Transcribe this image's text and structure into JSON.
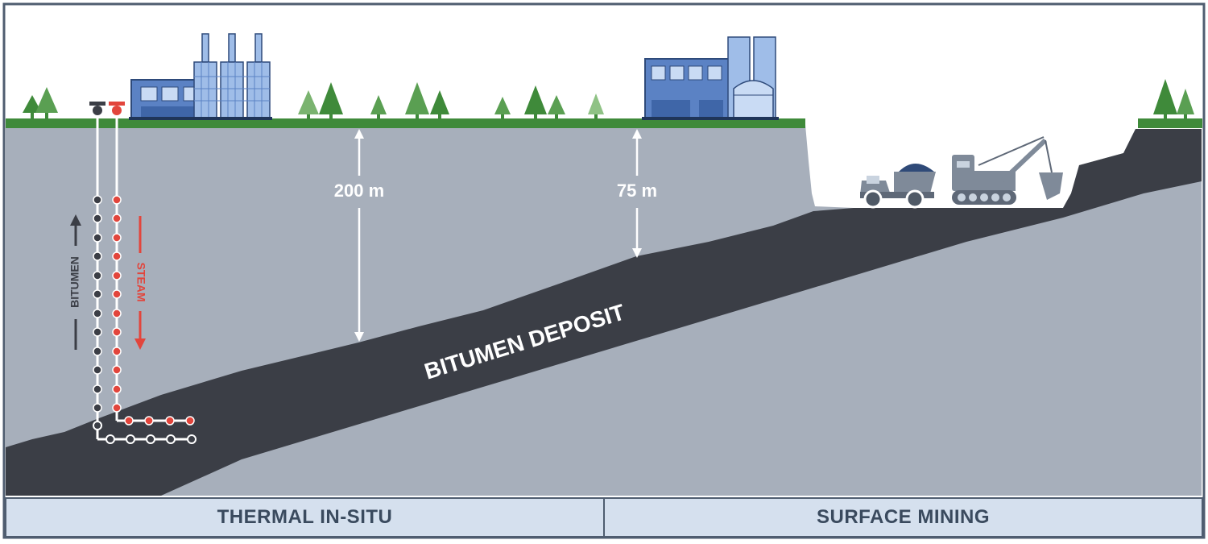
{
  "labels": {
    "depth_thermal": "200 m",
    "depth_mining": "75 m",
    "deposit": "BITUMEN DEPOSIT",
    "bitumen_flow": "BITUMEN",
    "steam_flow": "STEAM"
  },
  "sections": {
    "left": "THERMAL IN-SITU",
    "right": "SURFACE MINING"
  },
  "colors": {
    "ground": "#a7afbb",
    "deposit": "#3b3e46",
    "grass": "#3f8a3a",
    "steam": "#e2453c",
    "bitumen": "#3b3e46",
    "building": "#5b82c4",
    "building_light": "#9fbde8",
    "footer_bg": "#d5e0ee",
    "footer_text": "#3a4a5e"
  },
  "icons": [
    "tree-icon",
    "processing-plant-icon",
    "mining-plant-icon",
    "dump-truck-icon",
    "excavator-icon",
    "valve-icon"
  ]
}
